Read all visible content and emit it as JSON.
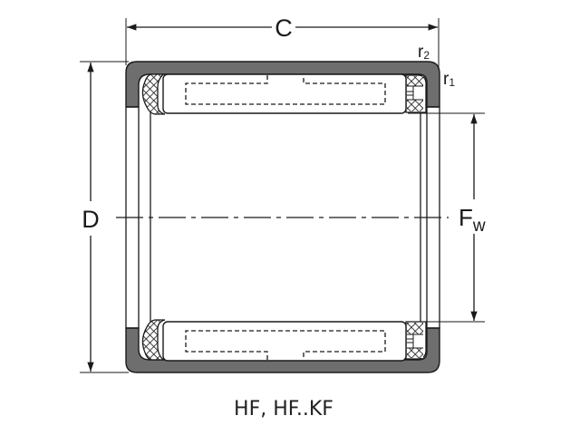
{
  "diagram": {
    "type": "bearing-cross-section",
    "caption": "HF, HF..KF",
    "labels": {
      "width": "C",
      "outer_diameter": "D",
      "shaft_diameter_main": "F",
      "shaft_diameter_sub": "w",
      "radius_2_main": "r",
      "radius_2_sub": "2",
      "radius_1_main": "r",
      "radius_1_sub": "1"
    },
    "colors": {
      "shell": "#6e6e6e",
      "outline": "#1a1a1a",
      "background": "#ffffff",
      "crosshatch": "#1a1a1a"
    }
  }
}
